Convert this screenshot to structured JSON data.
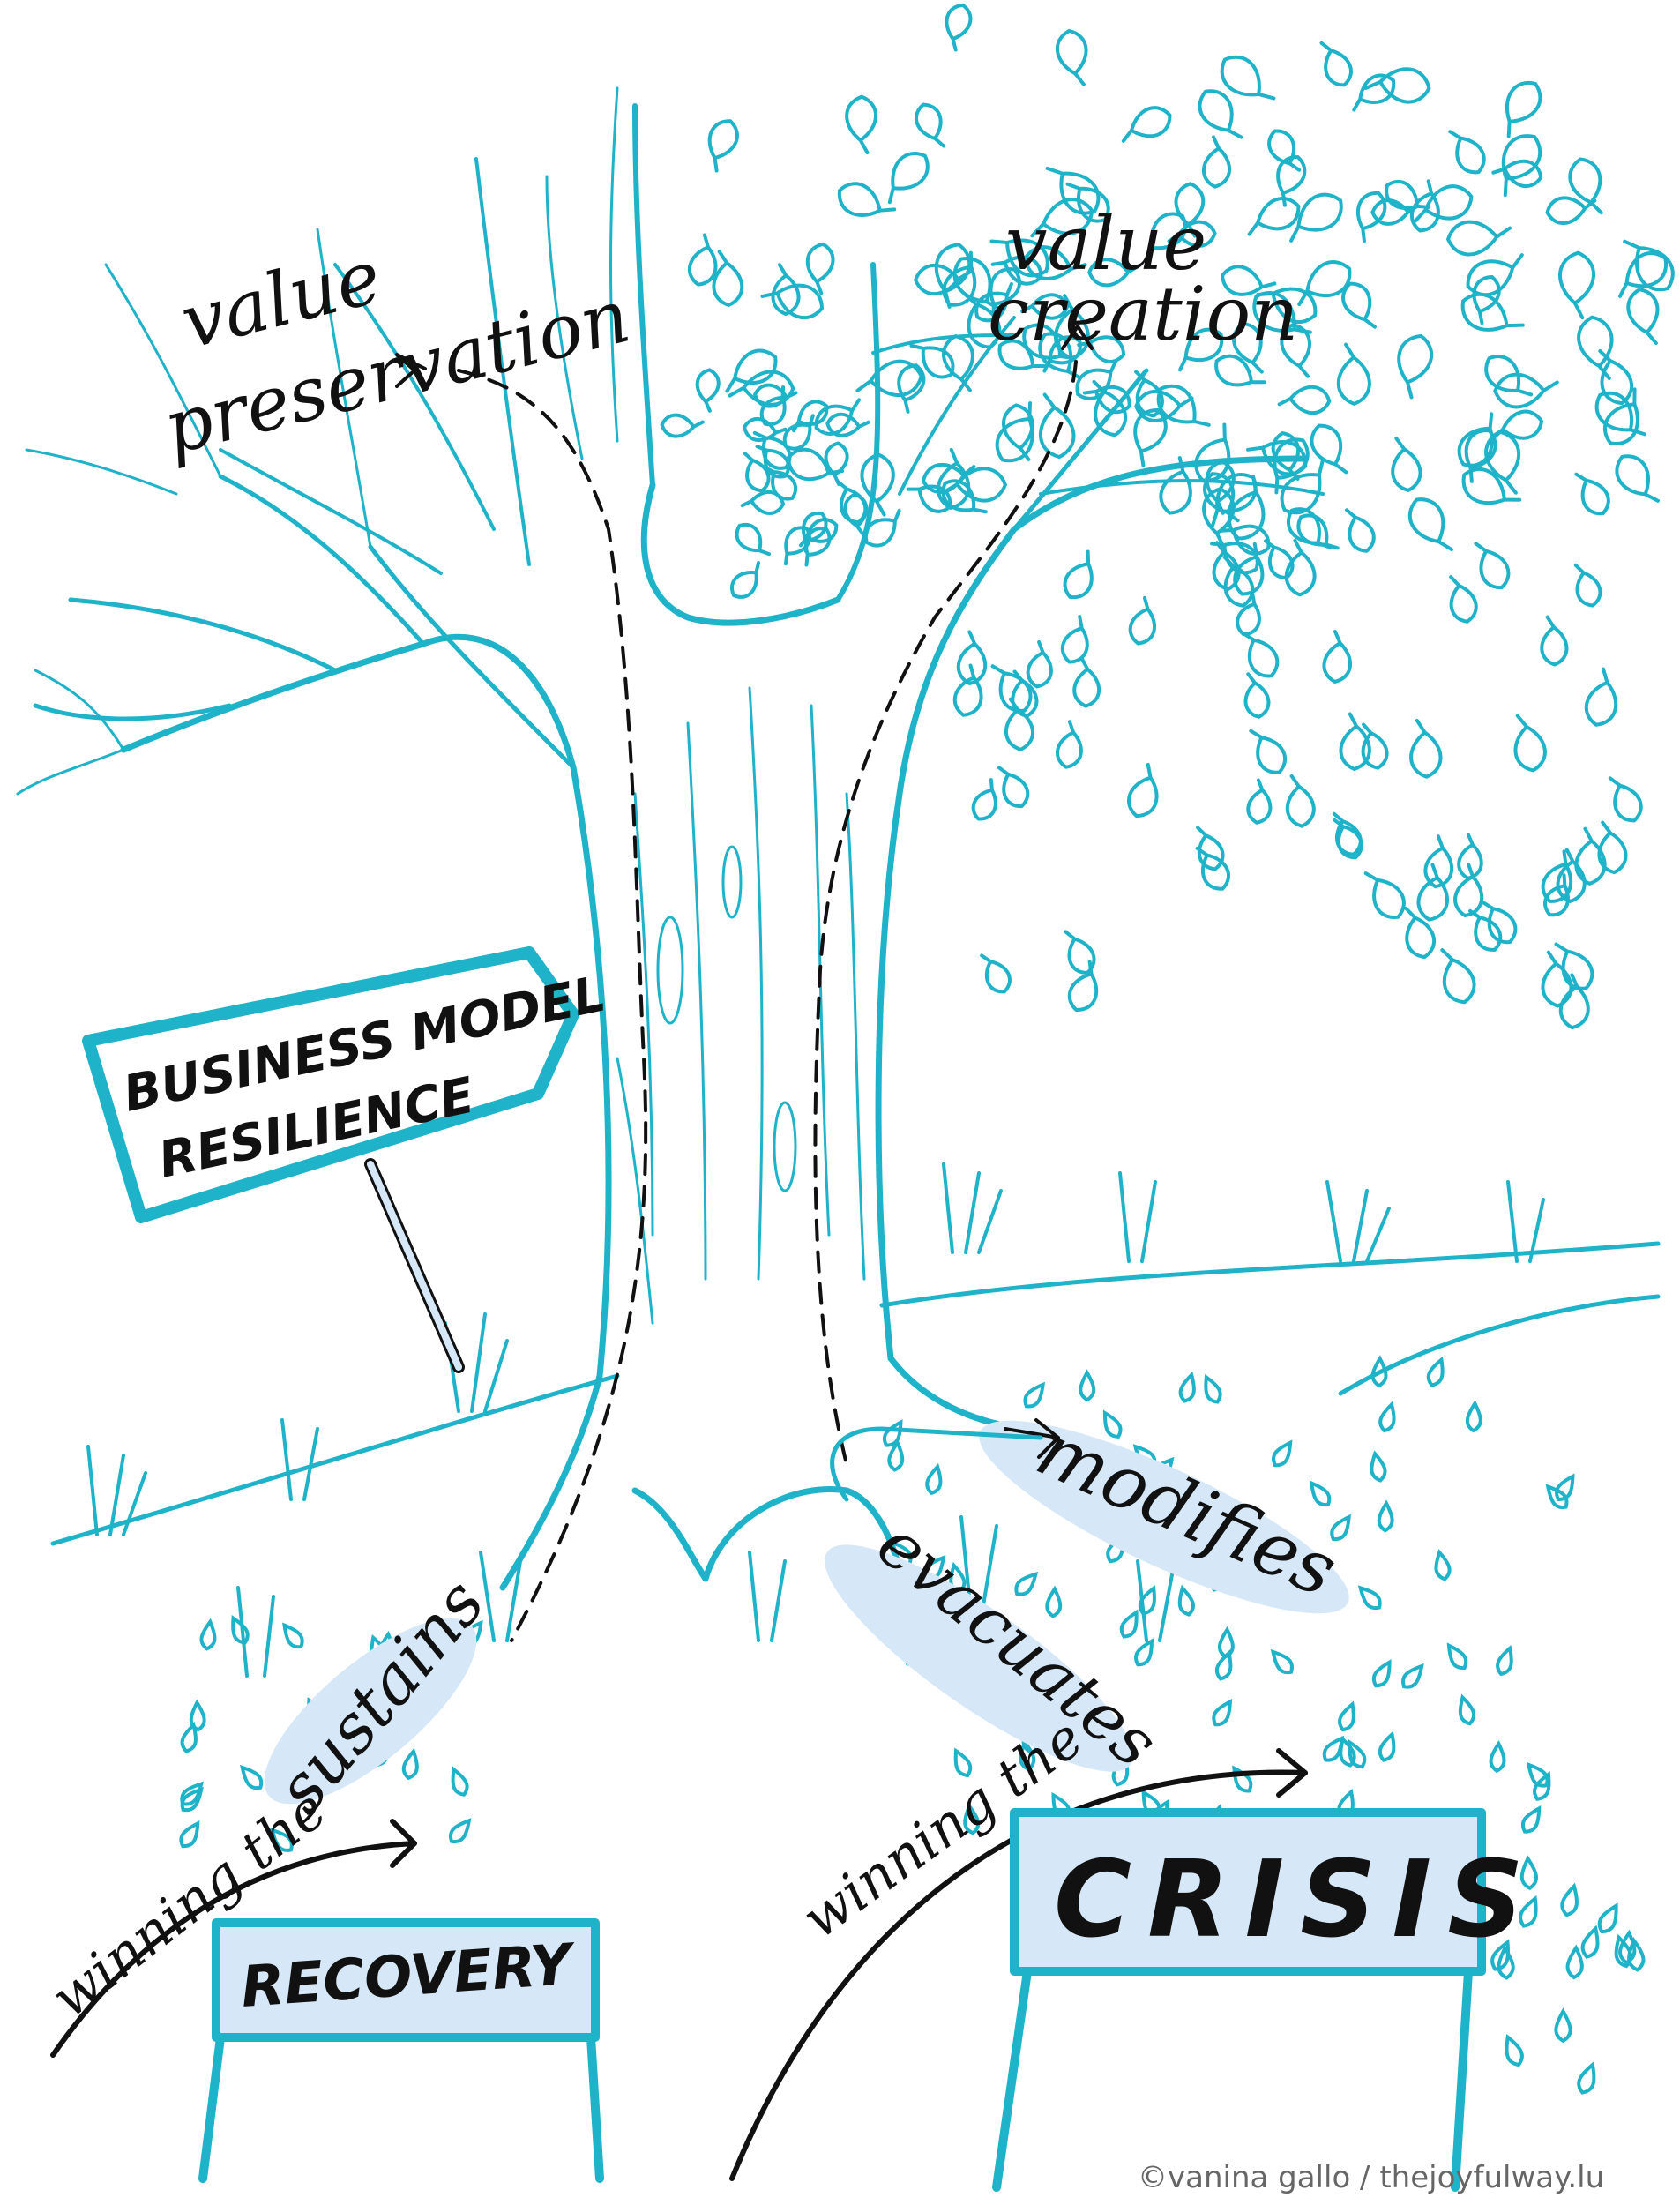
{
  "colors": {
    "ink": "#111111",
    "teal": "#1fb3c9",
    "highlight": "#d6e8f7",
    "credit": "#666666"
  },
  "labels": {
    "value_preservation_line1": "value",
    "value_preservation_line2": "preservation",
    "value_creation_line1": "value",
    "value_creation_line2": "creation",
    "signpost_line1": "BUSINESS MODEL",
    "signpost_line2": "RESILIENCE",
    "sustains": "sustains",
    "evacuates": "evacuates",
    "modifies": "modifies",
    "winning_the_left": "winning the",
    "winning_the_right": "winning the",
    "recovery": "RECOVERY",
    "crisis": "CRISIS",
    "credit": "©vanina gallo / thejoyfulway.lu"
  },
  "icons": [
    "tree-icon",
    "leaf-icon",
    "grass-icon",
    "signpost-icon",
    "arrow-icon",
    "droplet-icon"
  ]
}
